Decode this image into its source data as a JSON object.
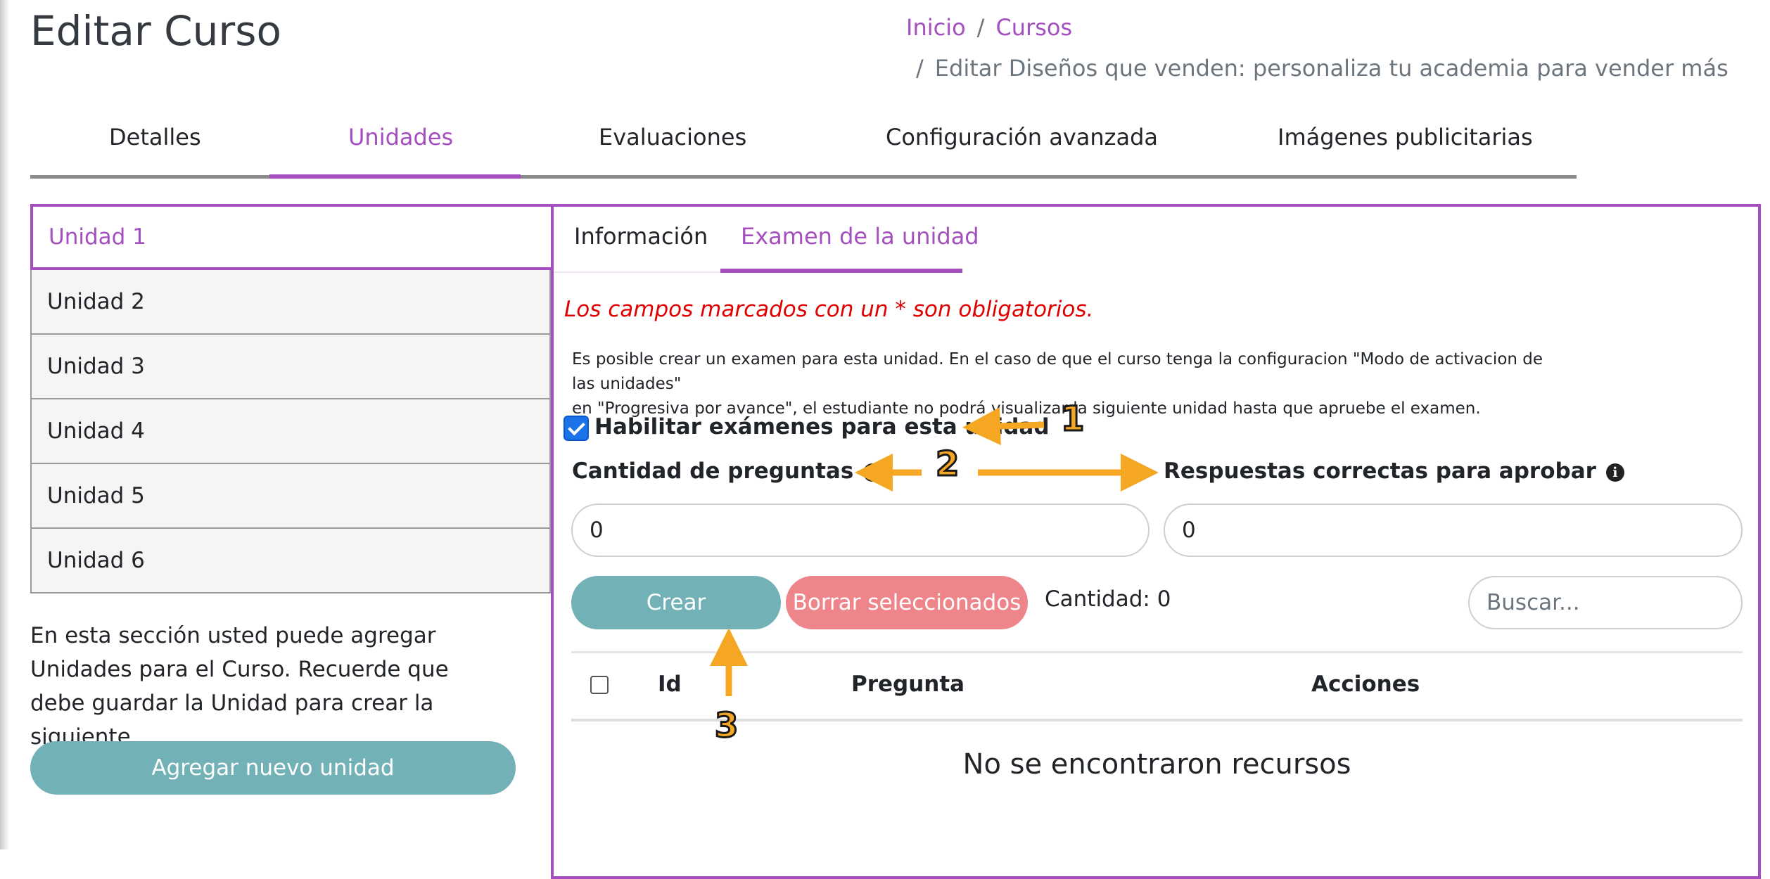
{
  "page": {
    "title": "Editar Curso"
  },
  "breadcrumb": {
    "home": "Inicio",
    "sep": "/",
    "courses": "Cursos",
    "current": "Editar Diseños que venden: personaliza tu academia para vender más"
  },
  "main_tabs": [
    "Detalles",
    "Unidades",
    "Evaluaciones",
    "Configuración avanzada",
    "Imágenes publicitarias"
  ],
  "main_tabs_active": "Unidades",
  "units": [
    "Unidad 1",
    "Unidad 2",
    "Unidad 3",
    "Unidad 4",
    "Unidad 5",
    "Unidad 6"
  ],
  "units_active": "Unidad 1",
  "sidebar": {
    "help_text": "En esta sección usted puede agregar Unidades para el Curso. Recuerde que debe guardar la Unidad para crear la siguiente.",
    "add_button": "Agregar nuevo unidad"
  },
  "sub_tabs": [
    "Información",
    "Examen de la unidad"
  ],
  "sub_tabs_active": "Examen de la unidad",
  "exam": {
    "required_note": "Los campos marcados con un * son obligatorios.",
    "description_line1": "Es posible crear un examen para esta unidad. En el caso de que el curso tenga la configuracion \"Modo de activacion de las unidades\"",
    "description_line2": "en \"Progresiva por avance\", el estudiante no podrá visualizar la siguiente unidad hasta que apruebe el examen.",
    "enable_label": "Habilitar exámenes para esta unidad",
    "enable_checked": true,
    "questions_label": "Cantidad de preguntas",
    "questions_value": "0",
    "correct_label": "Respuestas correctas para aprobar",
    "correct_value": "0",
    "info_icon_glyph": "i",
    "create_button": "Crear",
    "delete_button": "Borrar seleccionados",
    "count_text": "Cantidad: 0",
    "search_placeholder": "Buscar...",
    "table_headers": {
      "id": "Id",
      "question": "Pregunta",
      "actions": "Acciones"
    },
    "empty_message": "No se encontraron recursos"
  },
  "annotations": {
    "one": "1",
    "two": "2",
    "three": "3",
    "color": "#f5a623"
  },
  "colors": {
    "accent": "#a44ebf",
    "teal": "#72b1b5",
    "danger_btn": "#ee858a",
    "required": "#e00000"
  }
}
